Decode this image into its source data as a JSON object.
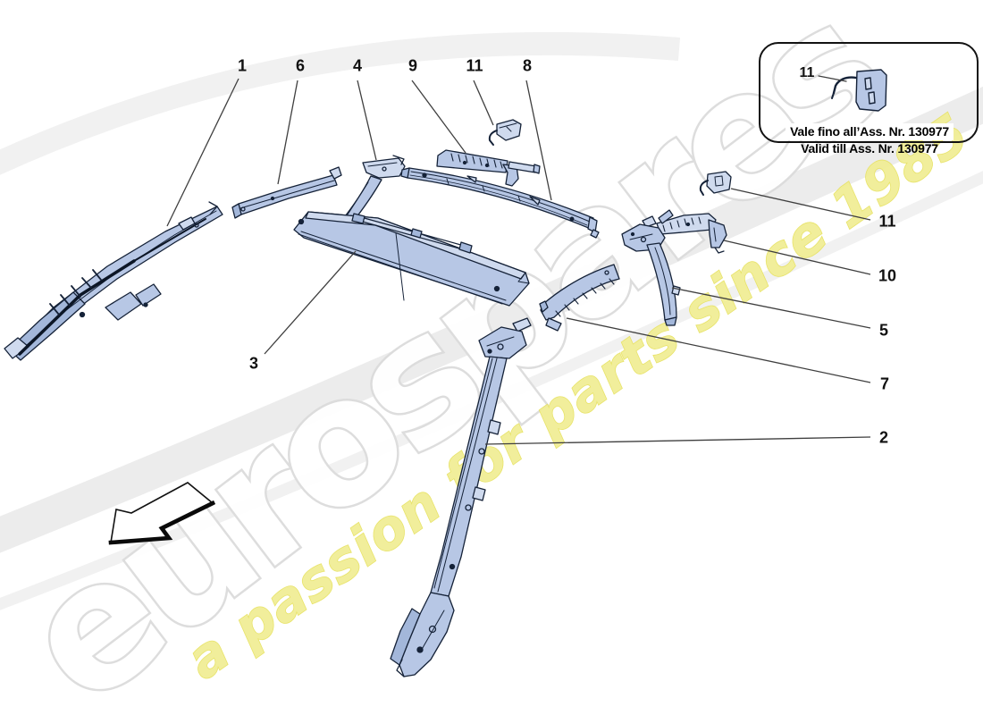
{
  "watermark": {
    "brand": "eurospares",
    "tagline": "a passion for parts since 1985",
    "brand_outline_color": "#dcdcdc",
    "tagline_fill_color": "#f1ee96",
    "tagline_edge_color": "#e7e262"
  },
  "inset": {
    "callout": "11",
    "note_line1": "Vale fino all’Ass. Nr. 130977",
    "note_line2": "Valid till Ass. Nr. 130977"
  },
  "callouts": {
    "top": {
      "c1": "1",
      "c6": "6",
      "c4": "4",
      "c9": "9",
      "c11": "11",
      "c8": "8"
    },
    "right": {
      "c11": "11",
      "c10": "10",
      "c5": "5",
      "c7": "7",
      "c2": "2"
    },
    "left": {
      "c3": "3"
    }
  },
  "colors": {
    "part_fill": "#b7c7e5",
    "part_fill_light": "#cfdaee",
    "part_fill_dark": "#a3b7da",
    "part_outline": "#152238",
    "leader_line": "#3f3f3f",
    "label_text": "#111111"
  }
}
